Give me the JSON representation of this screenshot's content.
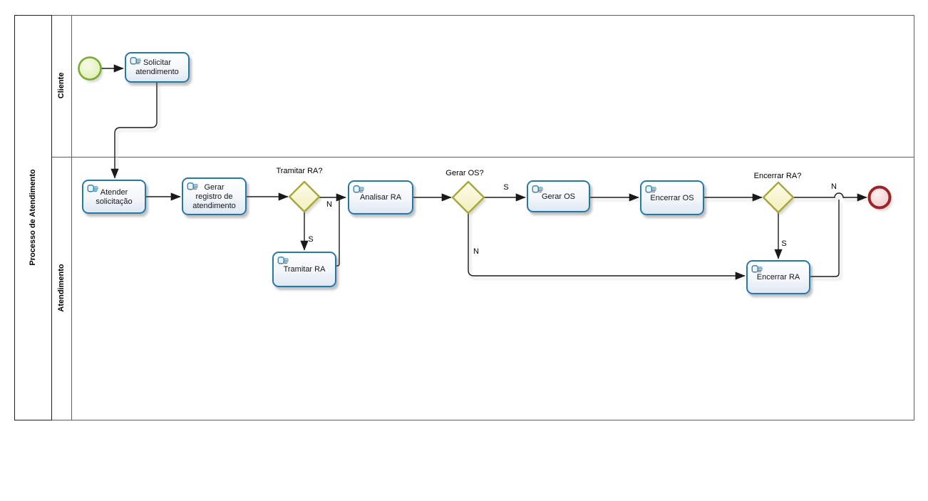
{
  "pool": {
    "label": "Processo de Atendimento",
    "lanes": [
      {
        "label": "Cliente"
      },
      {
        "label": "Atendimento"
      }
    ]
  },
  "tasks": [
    {
      "label": "Solicitar atendimento"
    },
    {
      "label": "Atender solicitação"
    },
    {
      "label": "Gerar registro de atendimento"
    },
    {
      "label": "Tramitar RA"
    },
    {
      "label": "Analisar RA"
    },
    {
      "label": "Gerar OS"
    },
    {
      "label": "Encerrar OS"
    },
    {
      "label": "Encerrar RA"
    }
  ],
  "gateways": [
    {
      "label": "Tramitar RA?",
      "yes": "S",
      "no": "N"
    },
    {
      "label": "Gerar OS?",
      "yes": "S",
      "no": "N"
    },
    {
      "label": "Encerrar RA?",
      "yes": "S",
      "no": "N"
    }
  ],
  "events": {
    "start": {
      "name": "start-event"
    },
    "end": {
      "name": "end-event"
    }
  },
  "colors": {
    "task_border": "#2479a9",
    "task_fill_bottom": "#dfe8f3",
    "gateway_border": "#a8a83a",
    "gateway_fill": "#fbf9dc",
    "start_border": "#7cab35",
    "start_fill": "#e7f3c4",
    "end_border": "#9e2227",
    "end_fill": "#f3d0d0",
    "connector": "#1a1a1a",
    "pool_border": "#5f5f5f"
  }
}
